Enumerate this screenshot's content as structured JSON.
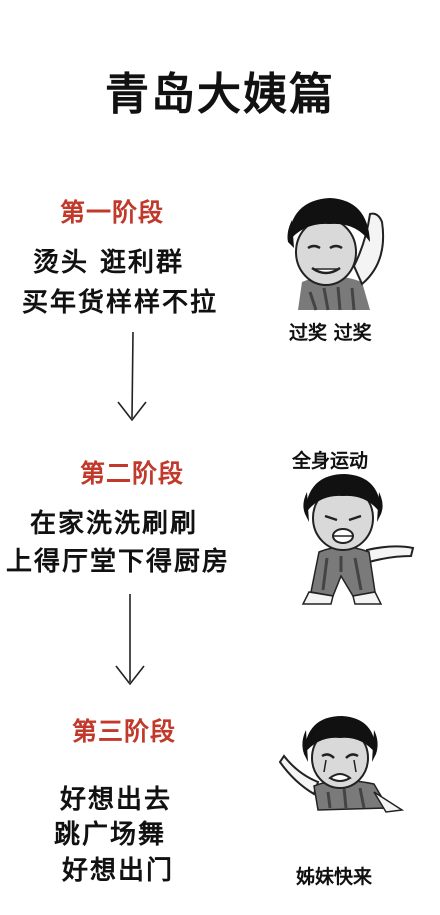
{
  "title": "青岛大姨篇",
  "accent_color": "#c0392b",
  "stages": [
    {
      "heading": "第一阶段",
      "lines": [
        "烫头  逛利群",
        "买年货样样不拉"
      ],
      "caption": "过奖  过奖"
    },
    {
      "heading": "第二阶段",
      "lines": [
        "在家洗洗刷刷",
        "上得厅堂下得厨房"
      ],
      "caption": "全身运动"
    },
    {
      "heading": "第三阶段",
      "lines": [
        "好想出去",
        "跳广场舞",
        "好想出门"
      ],
      "caption": "姊妹快来"
    }
  ]
}
